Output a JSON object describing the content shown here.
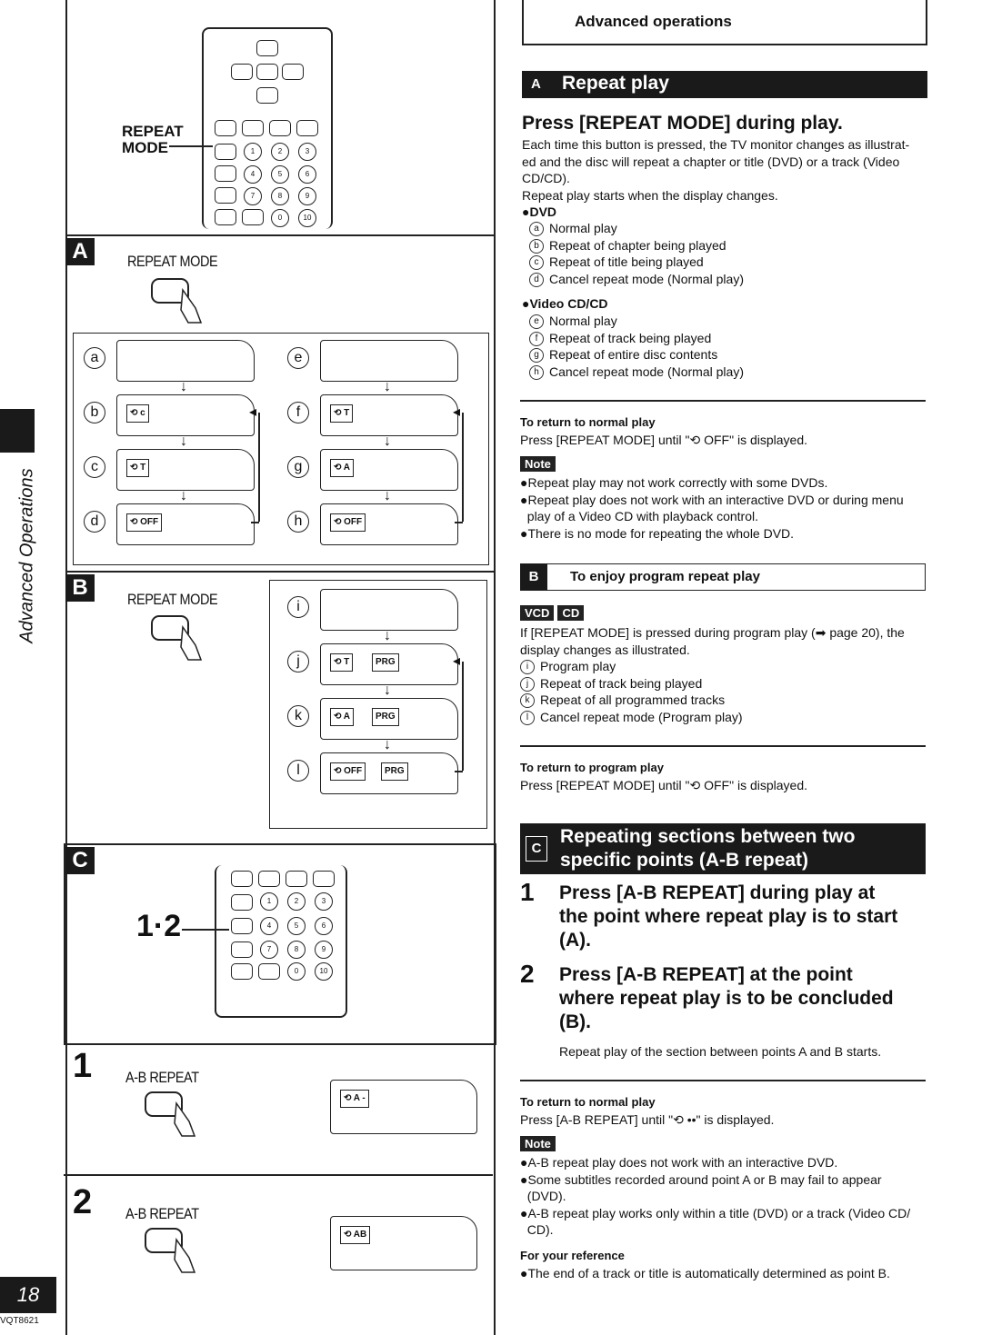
{
  "header": {
    "section_title": "Advanced operations"
  },
  "side": {
    "vertical_label": "Advanced Operations",
    "page_number": "18",
    "model_code": "VQT8621"
  },
  "left": {
    "remote_top": {
      "label_line1": "REPEAT",
      "label_line2": "MODE"
    },
    "panel_a": {
      "tag": "A",
      "button_label": "REPEAT MODE",
      "rows_left": [
        {
          "letter": "a",
          "chip": ""
        },
        {
          "letter": "b",
          "chip": "c"
        },
        {
          "letter": "c",
          "chip": "T"
        },
        {
          "letter": "d",
          "chip": "OFF"
        }
      ],
      "rows_right": [
        {
          "letter": "e",
          "chip": ""
        },
        {
          "letter": "f",
          "chip": "T"
        },
        {
          "letter": "g",
          "chip": "A"
        },
        {
          "letter": "h",
          "chip": "OFF"
        }
      ]
    },
    "panel_b": {
      "tag": "B",
      "button_label": "REPEAT MODE",
      "rows": [
        {
          "letter": "i",
          "chip": "",
          "prg": ""
        },
        {
          "letter": "j",
          "chip": "T",
          "prg": "PRG"
        },
        {
          "letter": "k",
          "chip": "A",
          "prg": "PRG"
        },
        {
          "letter": "l",
          "chip": "OFF",
          "prg": "PRG"
        }
      ]
    },
    "panel_c": {
      "tag": "C",
      "step_label": "1·2"
    },
    "step1": {
      "number": "1",
      "button_label": "A-B REPEAT",
      "chip": "A -"
    },
    "step2": {
      "number": "2",
      "button_label": "A-B REPEAT",
      "chip": "AB"
    }
  },
  "right": {
    "sec_a": {
      "tag": "A",
      "title": "Repeat play",
      "heading": "Press [REPEAT MODE] during play.",
      "para1": "Each time this button is pressed, the TV monitor changes as illustrat-",
      "para1b": "ed and the disc will repeat a chapter or title (DVD) or a track (Video",
      "para1c": "CD/CD).",
      "para2": "Repeat play starts when the display changes.",
      "dvd_label": "●DVD",
      "dvd_items": [
        {
          "letter": "a",
          "text": "Normal play"
        },
        {
          "letter": "b",
          "text": "Repeat of chapter being played"
        },
        {
          "letter": "c",
          "text": "Repeat of title being played"
        },
        {
          "letter": "d",
          "text": "Cancel repeat mode (Normal play)"
        }
      ],
      "vcd_label": "●Video CD/CD",
      "vcd_items": [
        {
          "letter": "e",
          "text": "Normal play"
        },
        {
          "letter": "f",
          "text": "Repeat of track being played"
        },
        {
          "letter": "g",
          "text": "Repeat of entire disc contents"
        },
        {
          "letter": "h",
          "text": "Cancel repeat mode (Normal play)"
        }
      ],
      "return_title": "To return to normal play",
      "return_text": "Press [REPEAT MODE] until \"⟲ OFF\" is displayed.",
      "note_label": "Note",
      "notes": [
        "●Repeat play may not work correctly with some DVDs.",
        "●Repeat play does not work with an interactive DVD or during menu",
        "  play of a Video CD with playback control.",
        "●There is no mode for repeating the whole DVD."
      ]
    },
    "sec_b": {
      "tag": "B",
      "title": "To enjoy program repeat play",
      "badges": [
        "VCD",
        "CD"
      ],
      "para1": "If [REPEAT MODE] is pressed during program play (➡ page 20), the",
      "para1b": "display changes as illustrated.",
      "items": [
        {
          "letter": "i",
          "text": "Program play"
        },
        {
          "letter": "j",
          "text": "Repeat of track being played"
        },
        {
          "letter": "k",
          "text": "Repeat of all programmed tracks"
        },
        {
          "letter": "l",
          "text": "Cancel repeat mode (Program play)"
        }
      ],
      "return_title": "To return to program play",
      "return_text": "Press [REPEAT MODE] until \"⟲ OFF\" is displayed."
    },
    "sec_c": {
      "tag": "C",
      "title_line1": "Repeating sections between two",
      "title_line2": "specific points (A-B repeat)",
      "step1_num": "1",
      "step1_l1": "Press [A-B REPEAT] during play at",
      "step1_l2": "the point where repeat play is to start",
      "step1_l3": "(A).",
      "step2_num": "2",
      "step2_l1": "Press [A-B REPEAT] at the point",
      "step2_l2": "where repeat play is to be concluded",
      "step2_l3": "(B).",
      "step2_note": "Repeat play of the section between points A and B starts.",
      "return_title": "To return to normal play",
      "return_text": "Press [A-B REPEAT] until \"⟲ ••\" is displayed.",
      "note_label": "Note",
      "notes": [
        "●A-B repeat play does not work with an interactive DVD.",
        "●Some subtitles recorded around point A or B may fail to appear",
        "  (DVD).",
        "●A-B repeat play works only within a title (DVD) or a track (Video CD/",
        "  CD)."
      ],
      "ref_title": "For your reference",
      "ref_text": "●The end of a track or title is automatically determined as point B."
    }
  }
}
